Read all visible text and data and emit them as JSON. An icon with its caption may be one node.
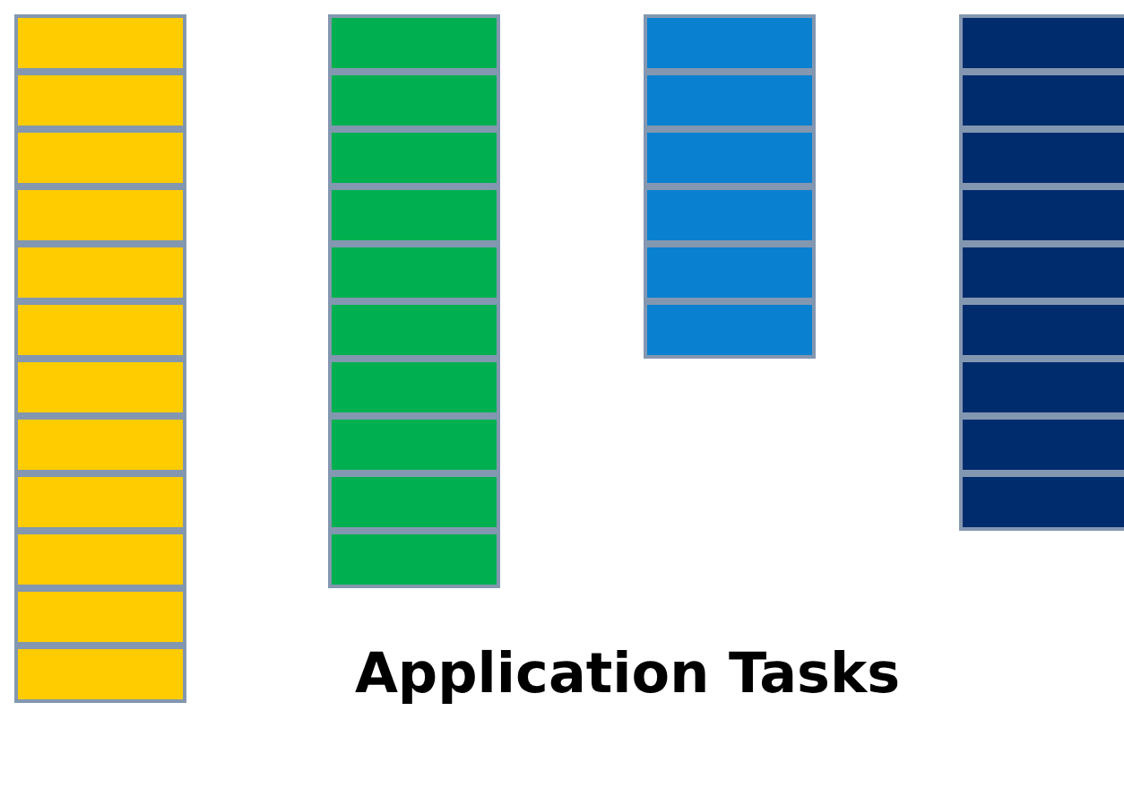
{
  "diagram": {
    "title": "Application Tasks",
    "nodes": [
      {
        "text": [],
        "shape": "box"
      },
      {
        "text": [],
        "shape": "box"
      },
      {
        "text": [],
        "shape": "box"
      },
      {
        "text": [],
        "shape": "box"
      },
      {
        "text": [],
        "shape": "box"
      },
      {
        "text": [],
        "shape": "box"
      },
      {
        "text": [],
        "shape": "box"
      },
      {
        "text": [],
        "shape": "box"
      },
      {
        "text": [],
        "shape": "box"
      },
      {
        "text": [],
        "shape": "box"
      },
      {
        "text": [],
        "shape": "box"
      },
      {
        "text": [],
        "shape": "box"
      },
      {
        "text": [],
        "shape": "box"
      },
      {
        "text": [],
        "shape": "box"
      },
      {
        "text": [],
        "shape": "box"
      },
      {
        "text": [],
        "shape": "box"
      },
      {
        "text": [],
        "shape": "box"
      },
      {
        "text": [],
        "shape": "box"
      },
      {
        "text": [],
        "shape": "box"
      },
      {
        "text": [],
        "shape": "box"
      },
      {
        "text": [],
        "shape": "box"
      },
      {
        "text": [],
        "shape": "box"
      },
      {
        "text": [],
        "shape": "box"
      },
      {
        "text": [],
        "shape": "box"
      },
      {
        "text": [],
        "shape": "box"
      },
      {
        "text": [],
        "shape": "box"
      },
      {
        "text": [],
        "shape": "box"
      },
      {
        "text": [],
        "shape": "box"
      },
      {
        "text": [],
        "shape": "box"
      },
      {
        "text": [],
        "shape": "box"
      },
      {
        "text": [],
        "shape": "box"
      },
      {
        "text": [],
        "shape": "box"
      },
      {
        "text": [],
        "shape": "box"
      },
      {
        "text": [],
        "shape": "box"
      },
      {
        "text": [],
        "shape": "box"
      },
      {
        "text": [],
        "shape": "box"
      },
      {
        "text": [],
        "shape": "box"
      }
    ]
  }
}
